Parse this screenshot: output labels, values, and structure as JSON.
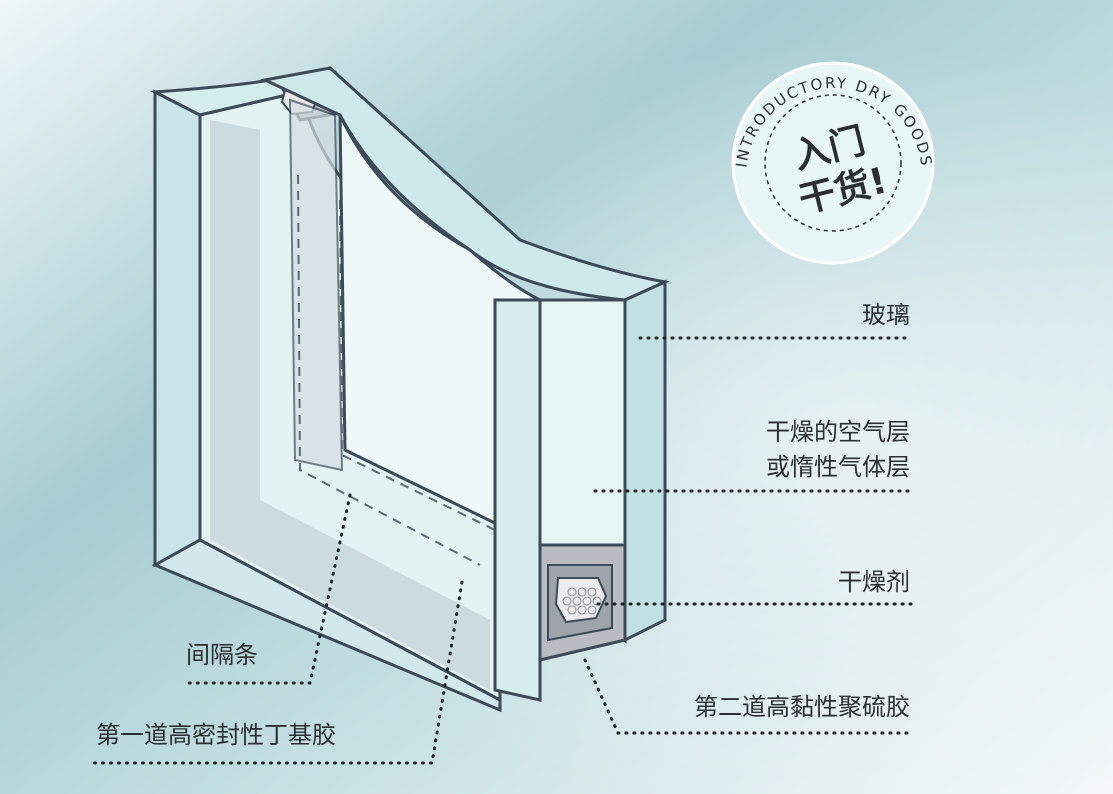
{
  "badge": {
    "arc_text": "INTRODUCTORY DRY GOODS",
    "line1": "入门",
    "line2": "干货!"
  },
  "labels": {
    "glass": "玻璃",
    "air_layer_line1": "干燥的空气层",
    "air_layer_line2": "或惰性气体层",
    "desiccant": "干燥剂",
    "spacer": "间隔条",
    "primary_seal": "第一道高密封性丁基胶",
    "secondary_seal": "第二道高黏性聚硫胶"
  },
  "colors": {
    "glass_face": "#eaf5f7",
    "glass_edge": "#bfe0e3",
    "frame_line": "#3c4b57",
    "spacer_gray": "#a9adb3",
    "text": "#2b2f33",
    "badge_fill": "#e8f6f6"
  }
}
